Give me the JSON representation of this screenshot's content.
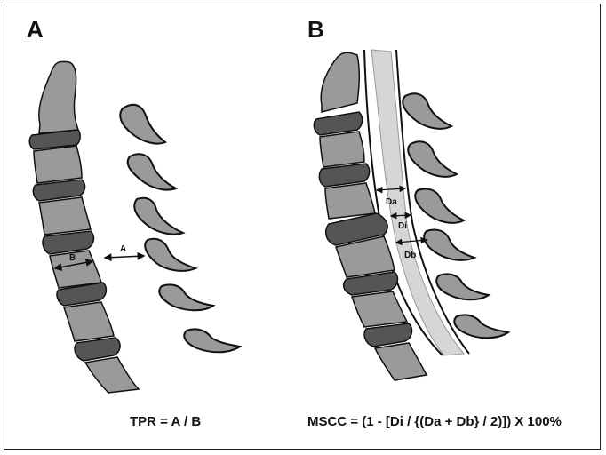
{
  "panels": {
    "a": {
      "letter": "A",
      "formula": "TPR = A / B",
      "measure_a": "A",
      "measure_b": "B"
    },
    "b": {
      "letter": "B",
      "formula": "MSCC = (1 - [Di / {(Da + Db} / 2)]) X 100%",
      "measure_da": "Da",
      "measure_di": "Di",
      "measure_db": "Db"
    }
  },
  "colors": {
    "vertebra_fill": "#9a9a9a",
    "disc_fill": "#555555",
    "cord_fill": "#d6d6d6",
    "outline": "#111111"
  }
}
